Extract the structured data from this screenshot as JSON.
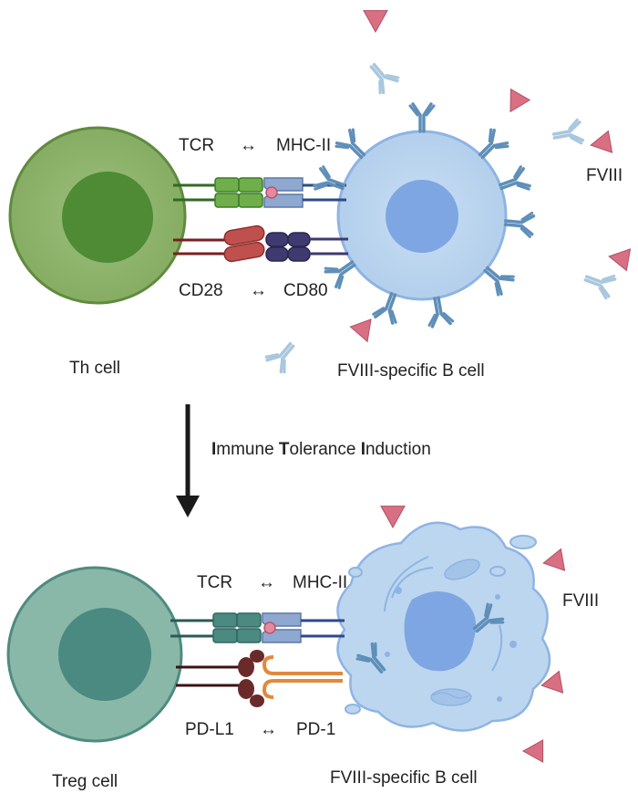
{
  "top": {
    "tcr": "TCR",
    "arrow1": "↔",
    "mhc": "MHC-II",
    "cd28": "CD28",
    "arrow2": "↔",
    "cd80": "CD80",
    "fviii": "FVIII",
    "th_cell": "Th cell",
    "b_cell": "FVIII-specific B cell"
  },
  "middle": {
    "caption_parts": [
      {
        "text": "I",
        "bold": true
      },
      {
        "text": "mmune ",
        "bold": false
      },
      {
        "text": "T",
        "bold": true
      },
      {
        "text": "olerance ",
        "bold": false
      },
      {
        "text": "I",
        "bold": true
      },
      {
        "text": "nduction",
        "bold": false
      }
    ]
  },
  "bottom": {
    "tcr": "TCR",
    "arrow1": "↔",
    "mhc": "MHC-II",
    "pdl1": "PD-L1",
    "arrow2": "↔",
    "pd1": "PD-1",
    "fviii": "FVIII",
    "treg_cell": "Treg cell",
    "b_cell": "FVIII-specific B cell"
  },
  "colors": {
    "th_outer": "#8bb06a",
    "th_inner": "#4f8a34",
    "treg_outer": "#8ab8a8",
    "treg_inner": "#4a8a80",
    "bcell_outer": "#bcd6ef",
    "bcell_inner": "#7ea6e2",
    "antibody": "#5f8fb8",
    "antibody_light": "#a9c7de",
    "fviii": "#d86f83",
    "tcr_green": "#6fae4a",
    "tcr_teal": "#4a8a80",
    "mhc": "#8fa8d0",
    "cd28": "#c0504d",
    "cd80": "#3f3a70",
    "pd1": "#e08a3c",
    "pdl1": "#6b2a2a"
  }
}
